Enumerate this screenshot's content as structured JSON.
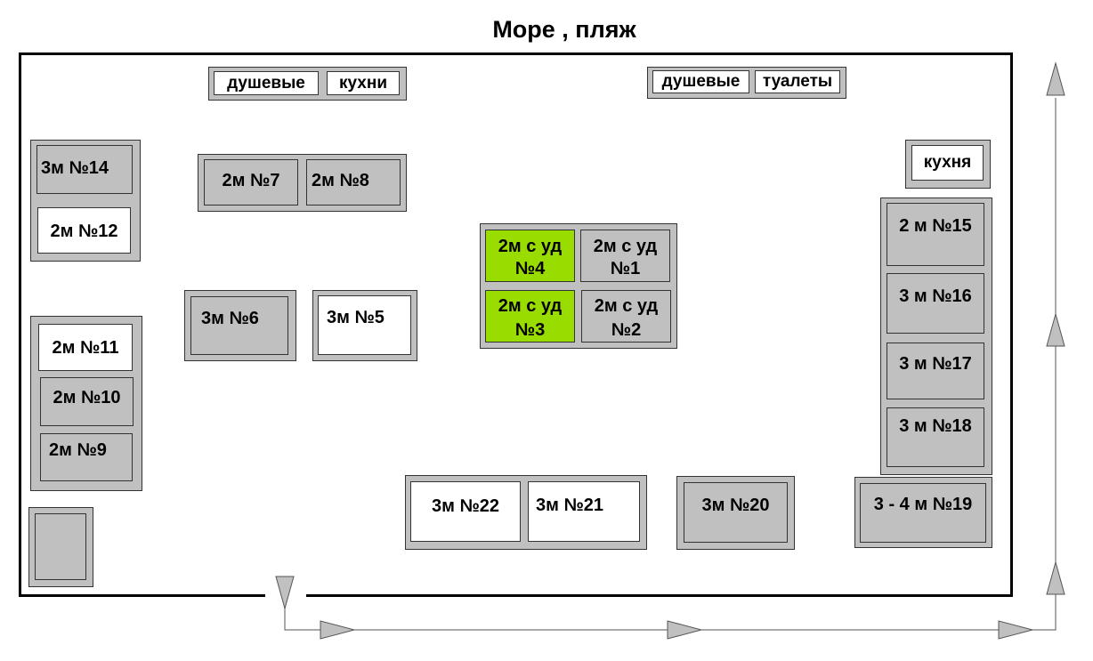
{
  "title": "Море , пляж",
  "facilities": {
    "showers_left": "душевые",
    "kitchens": "кухни",
    "showers_right": "душевые",
    "toilets": "туалеты",
    "kitchen": "кухня"
  },
  "rooms": {
    "r14": "3м №14",
    "r12": "2м №12",
    "r11": "2м №11",
    "r10": "2м №10",
    "r9": "2м №9",
    "r7": "2м №7",
    "r8": "2м №8",
    "r6": "3м №6",
    "r5": "3м №5",
    "r4_l1": "2м с уд",
    "r4_l2": "№4",
    "r1_l1": "2м с уд",
    "r1_l2": "№1",
    "r3_l1": "2м с уд",
    "r3_l2": "№3",
    "r2_l1": "2м с уд",
    "r2_l2": "№2",
    "r15": "2 м №15",
    "r16": "3 м №16",
    "r17": "3 м №17",
    "r18": "3 м №18",
    "r19": "3 - 4 м №19",
    "r20": "3м №20",
    "r21": "3м №21",
    "r22": "3м №22"
  },
  "colors": {
    "room_default": "#c0c0c0",
    "room_free": "#ffffff",
    "room_highlight": "#99dd00"
  }
}
